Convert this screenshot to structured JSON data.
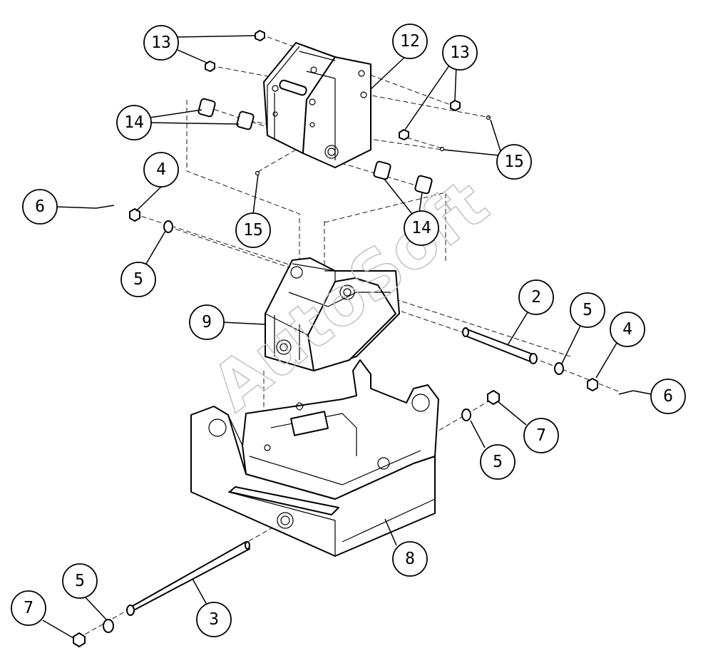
{
  "watermark": "AutoSoft",
  "callouts": [
    {
      "id": "c13a",
      "label": "13"
    },
    {
      "id": "c12",
      "label": "12"
    },
    {
      "id": "c13b",
      "label": "13"
    },
    {
      "id": "c14a",
      "label": "14"
    },
    {
      "id": "c15a",
      "label": "15"
    },
    {
      "id": "c4a",
      "label": "4"
    },
    {
      "id": "c6a",
      "label": "6"
    },
    {
      "id": "c15b",
      "label": "15"
    },
    {
      "id": "c14b",
      "label": "14"
    },
    {
      "id": "c5a",
      "label": "5"
    },
    {
      "id": "c9",
      "label": "9"
    },
    {
      "id": "c2",
      "label": "2"
    },
    {
      "id": "c5b",
      "label": "5"
    },
    {
      "id": "c4b",
      "label": "4"
    },
    {
      "id": "c6b",
      "label": "6"
    },
    {
      "id": "c7a",
      "label": "7"
    },
    {
      "id": "c5c",
      "label": "5"
    },
    {
      "id": "c8",
      "label": "8"
    },
    {
      "id": "c5d",
      "label": "5"
    },
    {
      "id": "c7b",
      "label": "7"
    },
    {
      "id": "c3",
      "label": "3"
    }
  ]
}
